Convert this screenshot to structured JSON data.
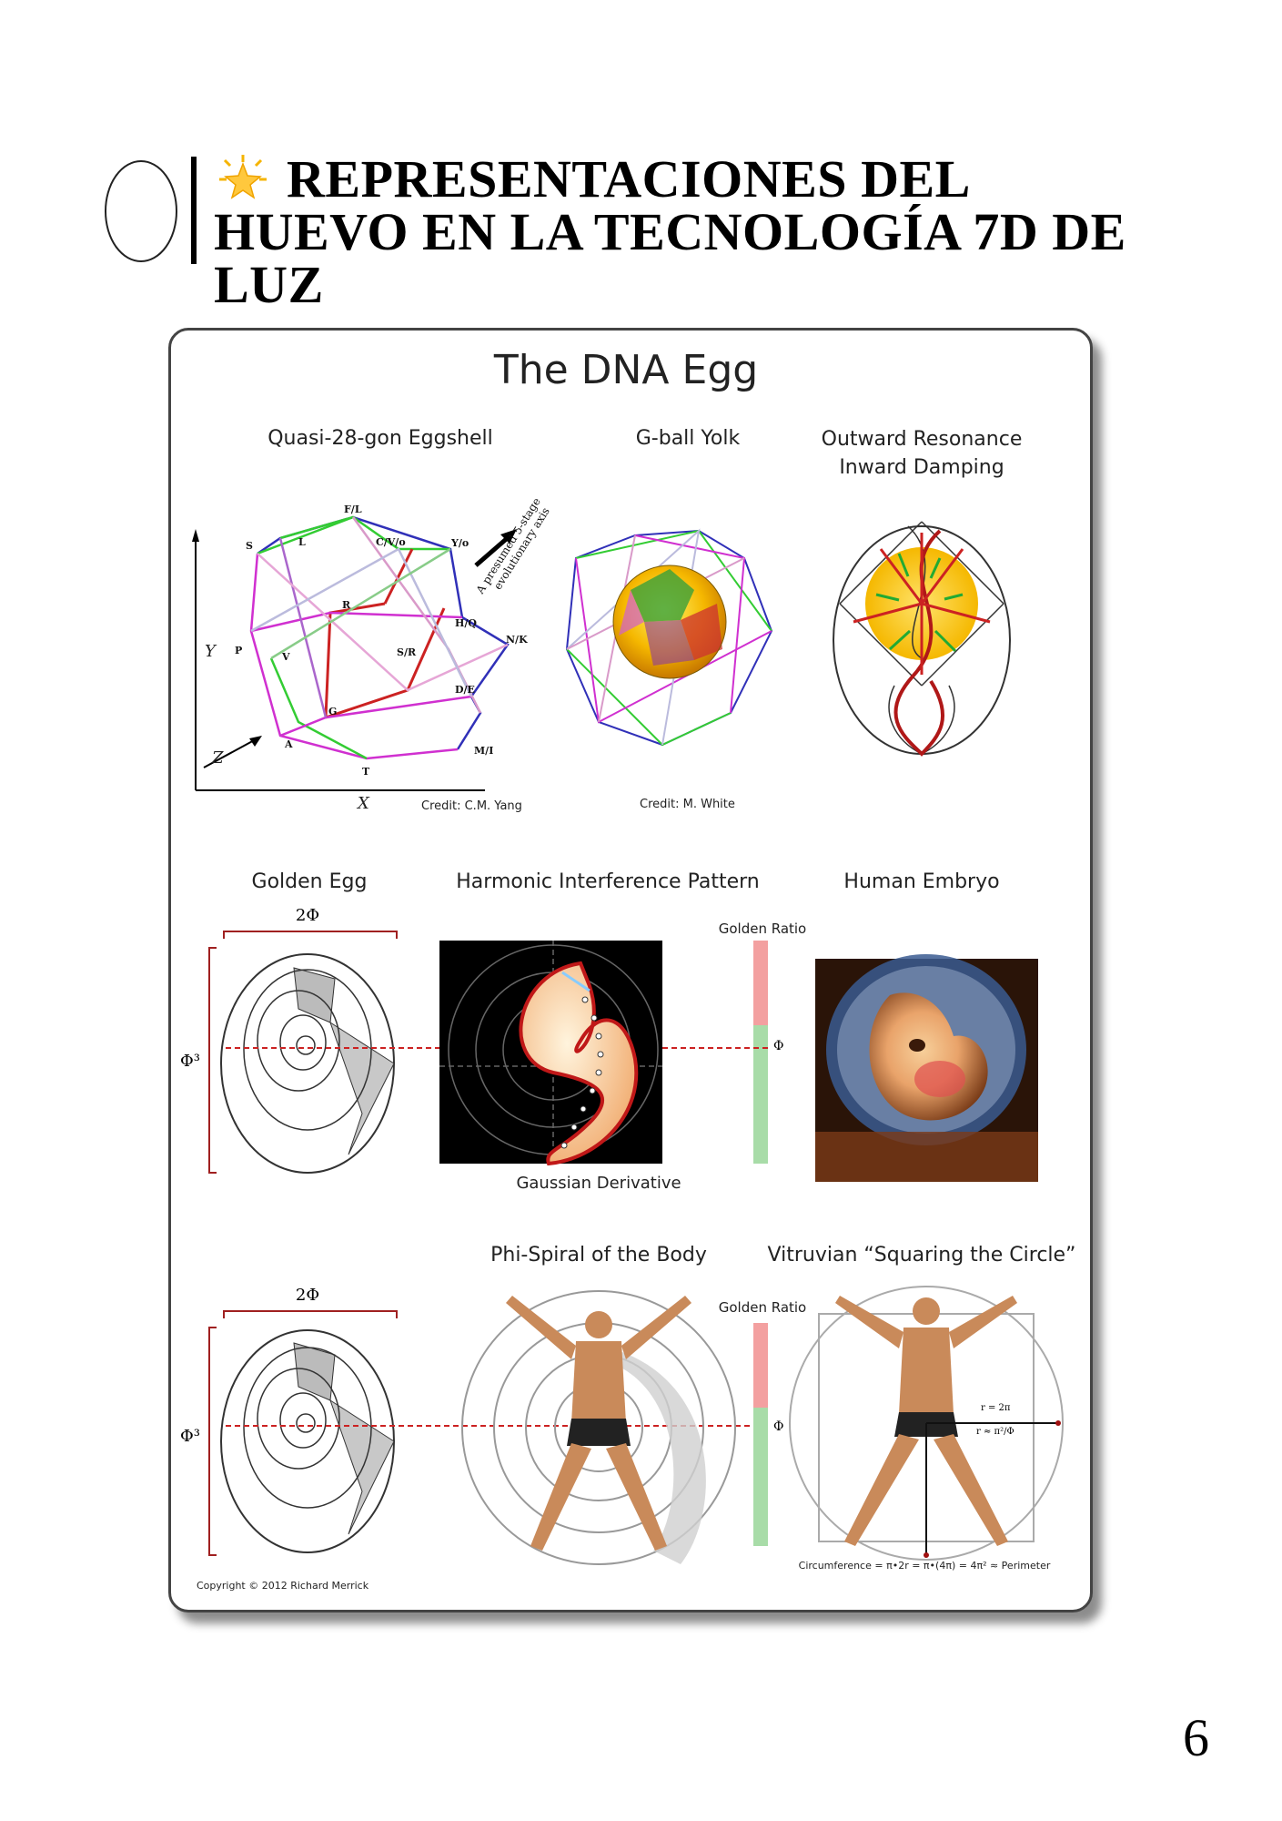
{
  "header": {
    "title": "REPRESENTACIONES DEL HUEVO EN LA TECNOLOGÍA 7D DE LUZ",
    "title_line1": "REPRESENTACIONES DEL",
    "title_line2": "HUEVO EN LA TECNOLOGÍA 7D DE",
    "title_line3": "LUZ",
    "star_icon": "glowing-star-icon",
    "egg_icon": "egg-outline-icon"
  },
  "figure": {
    "title": "The DNA Egg",
    "panels": {
      "eggshell": {
        "title": "Quasi-28-gon Eggshell",
        "credit": "Credit: C.M. Yang",
        "arrow_text_1": "A presumed 5-stage",
        "arrow_text_2": "evolutionary axis",
        "axis_x": "X",
        "axis_y": "Y",
        "axis_z": "Z",
        "vertex_labels": [
          "F/L",
          "S",
          "L",
          "C/V/o",
          "Y/o",
          "R",
          "H/Q",
          "N/K",
          "P",
          "V",
          "S/R",
          "D/E",
          "G",
          "A",
          "M/I",
          "T"
        ]
      },
      "yolk": {
        "title": "G-ball Yolk",
        "credit": "Credit: M. White"
      },
      "resonance": {
        "title_1": "Outward Resonance",
        "title_2": "Inward Damping"
      },
      "golden_egg": {
        "title": "Golden Egg",
        "width_label": "2Φ",
        "height_label": "Φ³"
      },
      "harmonic": {
        "title": "Harmonic Interference Pattern",
        "caption": "Gaussian Derivative",
        "ratio_label": "Golden Ratio",
        "phi": "Φ"
      },
      "embryo": {
        "title": "Human Embryo"
      },
      "phi_spiral": {
        "title": "Phi-Spiral of the Body",
        "ratio_label": "Golden Ratio",
        "phi": "Φ"
      },
      "vitruvian": {
        "title": "Vitruvian “Squaring the Circle”",
        "r_label_1": "r = 2π",
        "r_label_2": "r ≈ π²/Φ",
        "formula": "Circumference = π•2r = π•(4π) = 4π² ≈ Perimeter"
      },
      "golden_egg_2": {
        "width_label": "2Φ",
        "height_label": "Φ³"
      }
    },
    "copyright": "Copyright © 2012 Richard Merrick"
  },
  "page_number": "6"
}
